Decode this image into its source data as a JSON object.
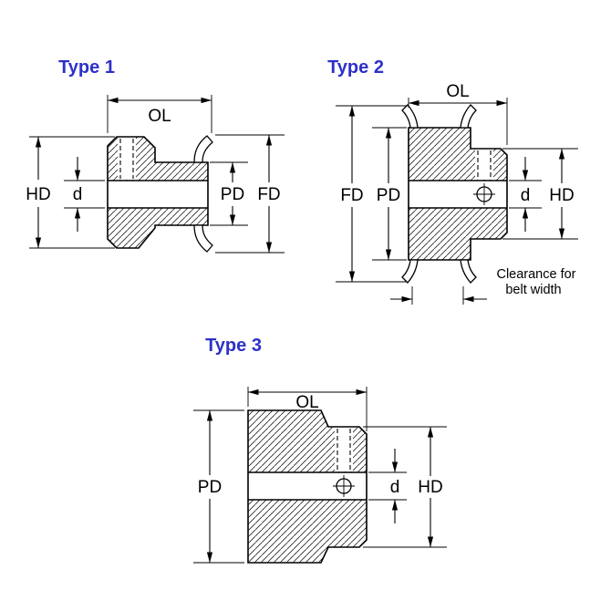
{
  "figure": {
    "background": "#ffffff",
    "line_color": "#000000",
    "title_color": "#2d31c8",
    "types": [
      {
        "title": "Type 1",
        "dims": {
          "ol": "OL",
          "hd": "HD",
          "d": "d",
          "pd": "PD",
          "fd": "FD"
        }
      },
      {
        "title": "Type 2",
        "dims": {
          "ol": "OL",
          "fd": "FD",
          "pd": "PD",
          "d": "d",
          "hd": "HD"
        },
        "note_line1": "Clearance for",
        "note_line2": "belt width"
      },
      {
        "title": "Type 3",
        "dims": {
          "ol": "OL",
          "pd": "PD",
          "d": "d",
          "hd": "HD"
        }
      }
    ]
  }
}
